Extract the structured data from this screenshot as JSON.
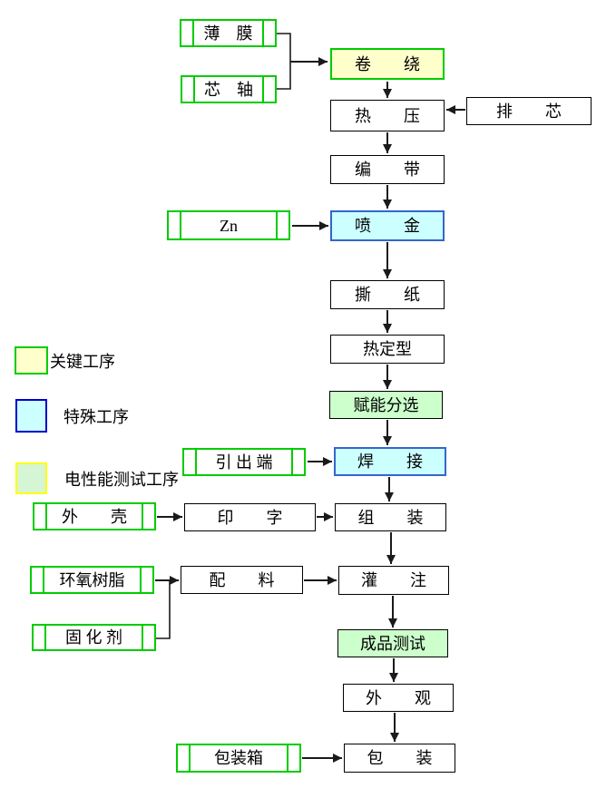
{
  "legend": {
    "items": [
      {
        "id": "key",
        "label": "关键工序",
        "fill": "#FFFFCC",
        "border": "#00CC00"
      },
      {
        "id": "special",
        "label": "特殊工序",
        "fill": "#CCFFFF",
        "border": "#0000CC"
      },
      {
        "id": "test",
        "label": "电性能测试工序",
        "fill": "#D5F5D5",
        "border": "#FFFF00"
      }
    ]
  },
  "materials": {
    "bomo": "薄　膜",
    "xinzhou": "芯　轴",
    "zn": "Zn",
    "yinchuduan": "引 出 端",
    "waike": "外　　壳",
    "huanyangshuzhi": "环氧树脂",
    "guhuaji": "固 化 剂",
    "baozhuangxiang": "包装箱",
    "paixin": "排　　芯"
  },
  "processes": {
    "juanrao": "卷　　绕",
    "reya": "热　　压",
    "biandai": "编　　带",
    "penjin": "喷　　金",
    "sizhi": "撕　　纸",
    "redingxing": "热定型",
    "funengfenxuan": "赋能分选",
    "hanjie": "焊　　接",
    "yinzi": "印　　字",
    "zuzhuang": "组　　装",
    "peiliao": "配　　料",
    "guanzhu": "灌　　注",
    "chengpinceshi": "成品测试",
    "waiguan": "外　　观",
    "baozhuang": "包　　装"
  },
  "colors": {
    "key_process_fill": "#FFFFCC",
    "key_process_border": "#00CC00",
    "special_process_fill": "#CCFFFF",
    "special_process_border": "#3366CC",
    "test_process_fill": "#CCFFCC",
    "input_box_border": "#00CC00",
    "plain_box_border": "#000000",
    "arrow_color": "#1a1a1a"
  }
}
